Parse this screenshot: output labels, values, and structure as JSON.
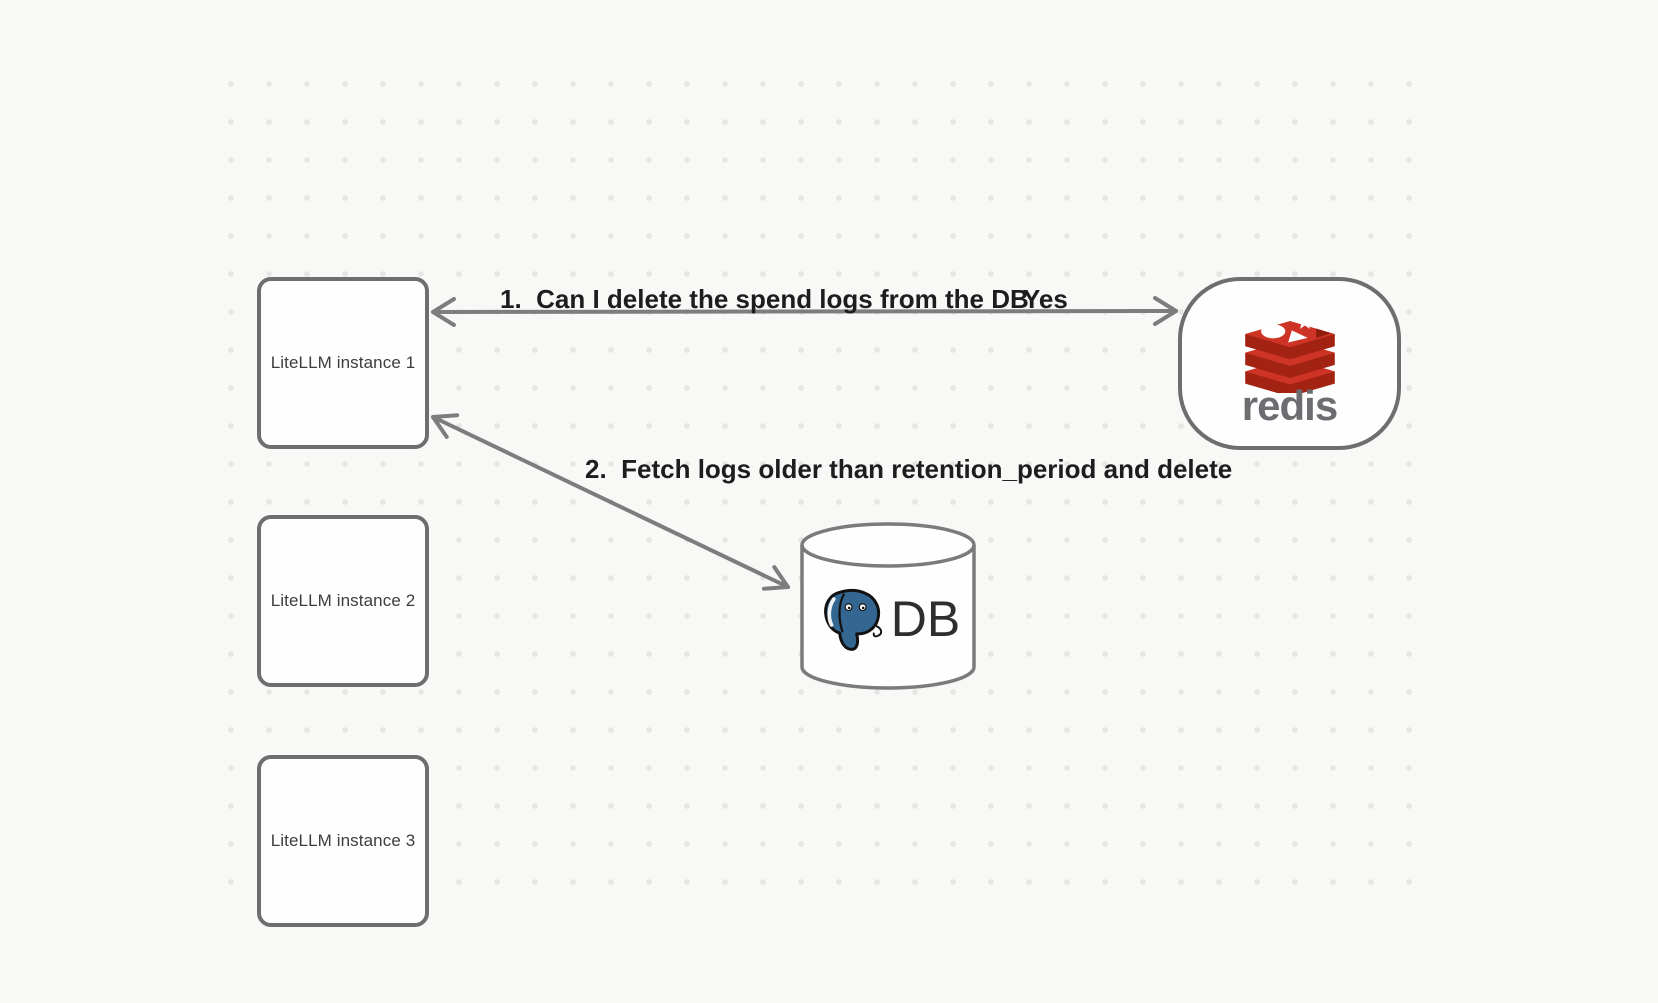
{
  "diagram": {
    "nodes": {
      "instance1": {
        "label": "LiteLLM instance 1"
      },
      "instance2": {
        "label": "LiteLLM instance 2"
      },
      "instance3": {
        "label": "LiteLLM instance 3"
      },
      "redis": {
        "name": "redis"
      },
      "database": {
        "label": "DB"
      }
    },
    "edges": {
      "redis_query": {
        "label": "1.  Can I delete the spend logs from the DB",
        "response": "Yes"
      },
      "db_fetch": {
        "label": "2.  Fetch logs older than retention_period and delete"
      }
    },
    "colors": {
      "background": "#f8f8f6",
      "grid_dot": "#e5e5e3",
      "node_border": "#6e6e6e",
      "cylinder_border": "#7b7b7b",
      "arrow": "#7d7d7d",
      "label_text": "#1d1d1d",
      "node_text": "#3d3d3d",
      "redis_red": "#CE3426",
      "redis_red_dark": "#A32313",
      "redis_notch": "#8C1C0C",
      "redis_wordmark": "#6c6d70",
      "postgres_blue": "#336791"
    }
  }
}
